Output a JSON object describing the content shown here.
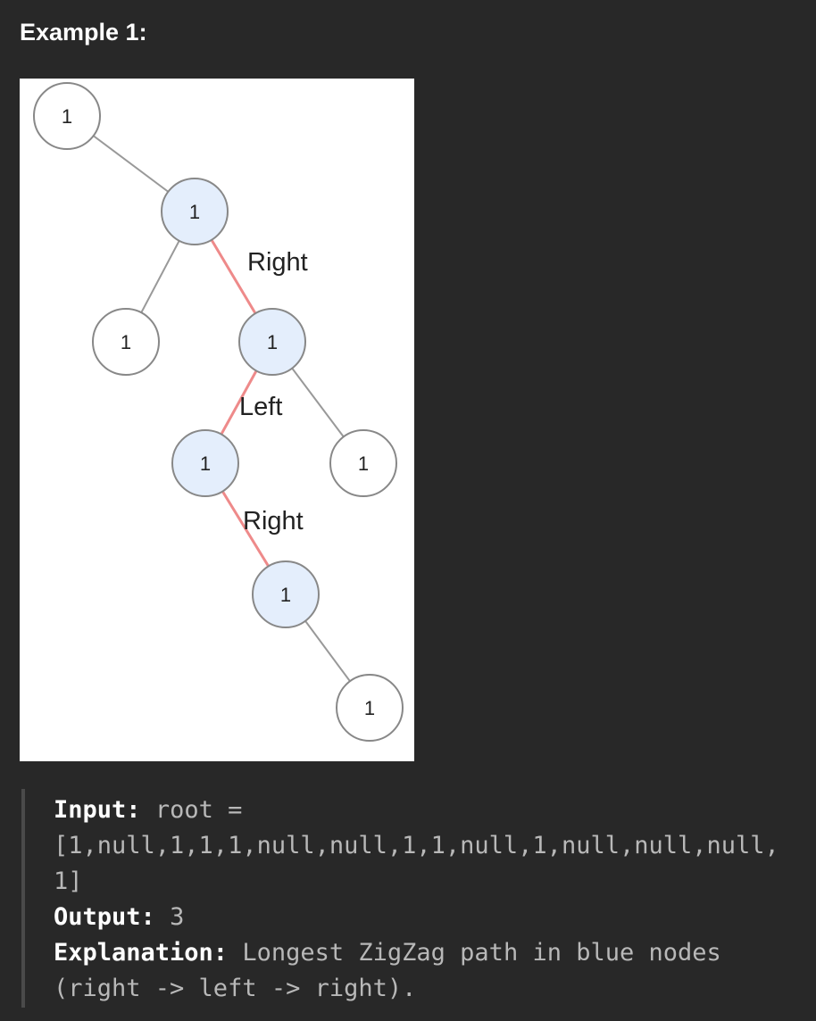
{
  "heading": "Example 1:",
  "tree": {
    "node_value": "1",
    "colors": {
      "default_fill": "#ffffff",
      "path_fill": "#e4eefc",
      "node_stroke": "#888888",
      "edge": "#999999",
      "path_edge": "#ee8a8a"
    },
    "labels": {
      "first": "Right",
      "second": "Left",
      "third": "Right"
    }
  },
  "example": {
    "input_label": "Input:",
    "input_prefix": "root =",
    "input_values": "[1,null,1,1,1,null,null,1,1,null,1,null,null,null,",
    "input_end": "1]",
    "output_label": "Output:",
    "output_value": "3",
    "explanation_label": "Explanation:",
    "explanation_line1": "Longest ZigZag path in blue nodes",
    "explanation_line2": "(right -> left -> right)."
  }
}
